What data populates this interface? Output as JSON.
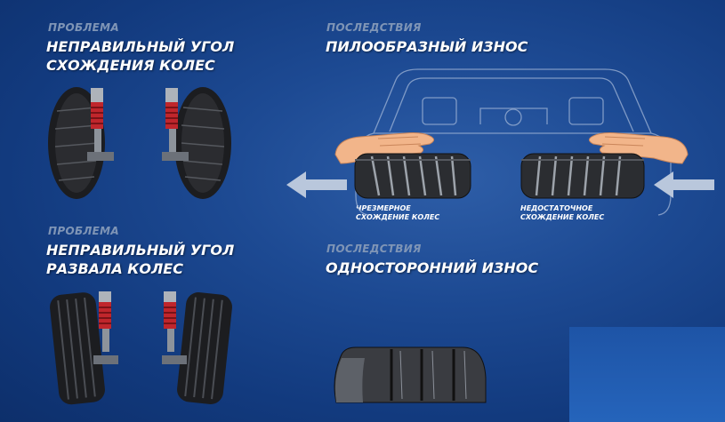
{
  "left_top": {
    "kicker": "ПРОБЛЕМА",
    "title_line1": "НЕПРАВИЛЬНЫЙ УГОЛ",
    "title_line2": "СХОЖДЕНИЯ КОЛЕС"
  },
  "left_bottom": {
    "kicker": "ПРОБЛЕМА",
    "title_line1": "НЕПРАВИЛЬНЫЙ УГОЛ",
    "title_line2": "РАЗВАЛА КОЛЕС"
  },
  "right_top": {
    "kicker": "ПОСЛЕДСТВИЯ",
    "title": "ПИЛООБРАЗНЫЙ ИЗНОС",
    "tire_left_line1": "ЧРЕЗМЕРНОЕ",
    "tire_left_line2": "СХОЖДЕНИЕ КОЛЕС",
    "tire_right_line1": "НЕДОСТАТОЧНОЕ",
    "tire_right_line2": "СХОЖДЕНИЕ КОЛЕС"
  },
  "right_bottom": {
    "kicker": "ПОСЛЕДСТВИЯ",
    "title": "ОДНОСТОРОННИЙ ИЗНОС"
  },
  "colors": {
    "background": "#1d4a93",
    "kicker": "#7f95b6",
    "title": "#ffffff",
    "shock_absorber": "#c0262c",
    "arrow": "#b9c7dc"
  }
}
